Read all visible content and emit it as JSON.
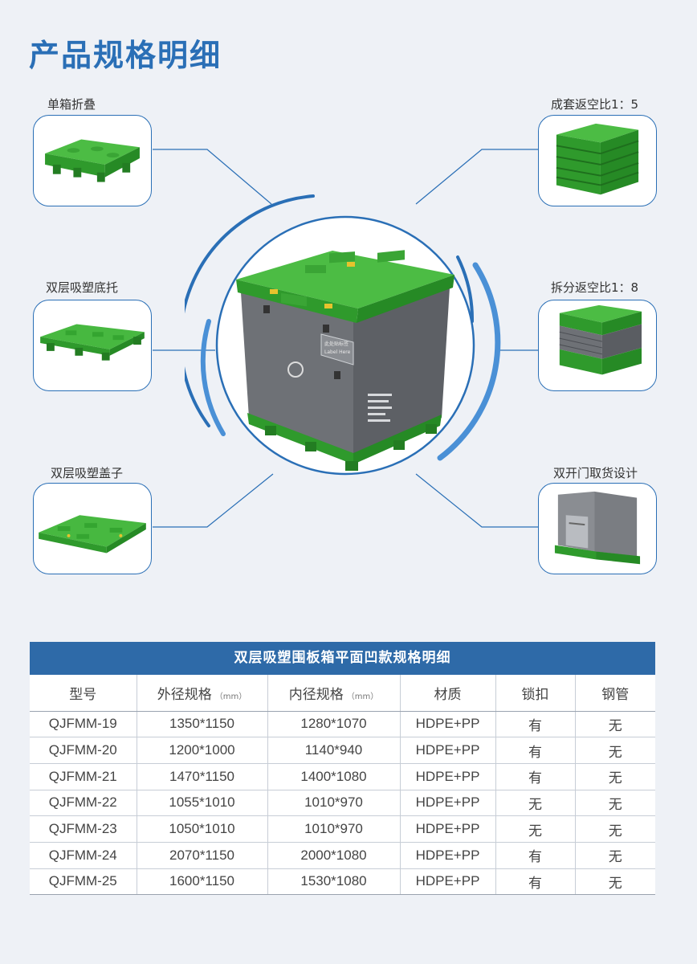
{
  "page": {
    "title": "产品规格明细"
  },
  "features": {
    "left": [
      {
        "label": "单箱折叠"
      },
      {
        "label": "双层吸塑底托"
      },
      {
        "label": "双层吸塑盖子"
      }
    ],
    "right": [
      {
        "label": "成套返空比1：5"
      },
      {
        "label": "拆分返空比1：8"
      },
      {
        "label": "双开门取货设计"
      }
    ]
  },
  "product": {
    "label_cn": "此处贴标签",
    "label_en": "Label Here"
  },
  "colors": {
    "accent": "#2a6fb6",
    "pallet_green": "#3fae3a",
    "box_gray": "#6e7176",
    "table_header": "#2e6aa8"
  },
  "table": {
    "title": "双层吸塑围板箱平面凹款规格明细",
    "headers": {
      "model": "型号",
      "outer": "外径规格",
      "outer_unit": "（mm）",
      "inner": "内径规格",
      "inner_unit": "（mm）",
      "material": "材质",
      "lock": "锁扣",
      "tube": "钢管"
    },
    "rows": [
      {
        "model": "QJFMM-19",
        "outer": "1350*1150",
        "inner": "1280*1070",
        "material": "HDPE+PP",
        "lock": "有",
        "tube": "无"
      },
      {
        "model": "QJFMM-20",
        "outer": "1200*1000",
        "inner": "1140*940",
        "material": "HDPE+PP",
        "lock": "有",
        "tube": "无"
      },
      {
        "model": "QJFMM-21",
        "outer": "1470*1150",
        "inner": "1400*1080",
        "material": "HDPE+PP",
        "lock": "有",
        "tube": "无"
      },
      {
        "model": "QJFMM-22",
        "outer": "1055*1010",
        "inner": "1010*970",
        "material": "HDPE+PP",
        "lock": "无",
        "tube": "无"
      },
      {
        "model": "QJFMM-23",
        "outer": "1050*1010",
        "inner": "1010*970",
        "material": "HDPE+PP",
        "lock": "无",
        "tube": "无"
      },
      {
        "model": "QJFMM-24",
        "outer": "2070*1150",
        "inner": "2000*1080",
        "material": "HDPE+PP",
        "lock": "有",
        "tube": "无"
      },
      {
        "model": "QJFMM-25",
        "outer": "1600*1150",
        "inner": "1530*1080",
        "material": "HDPE+PP",
        "lock": "有",
        "tube": "无"
      }
    ]
  }
}
